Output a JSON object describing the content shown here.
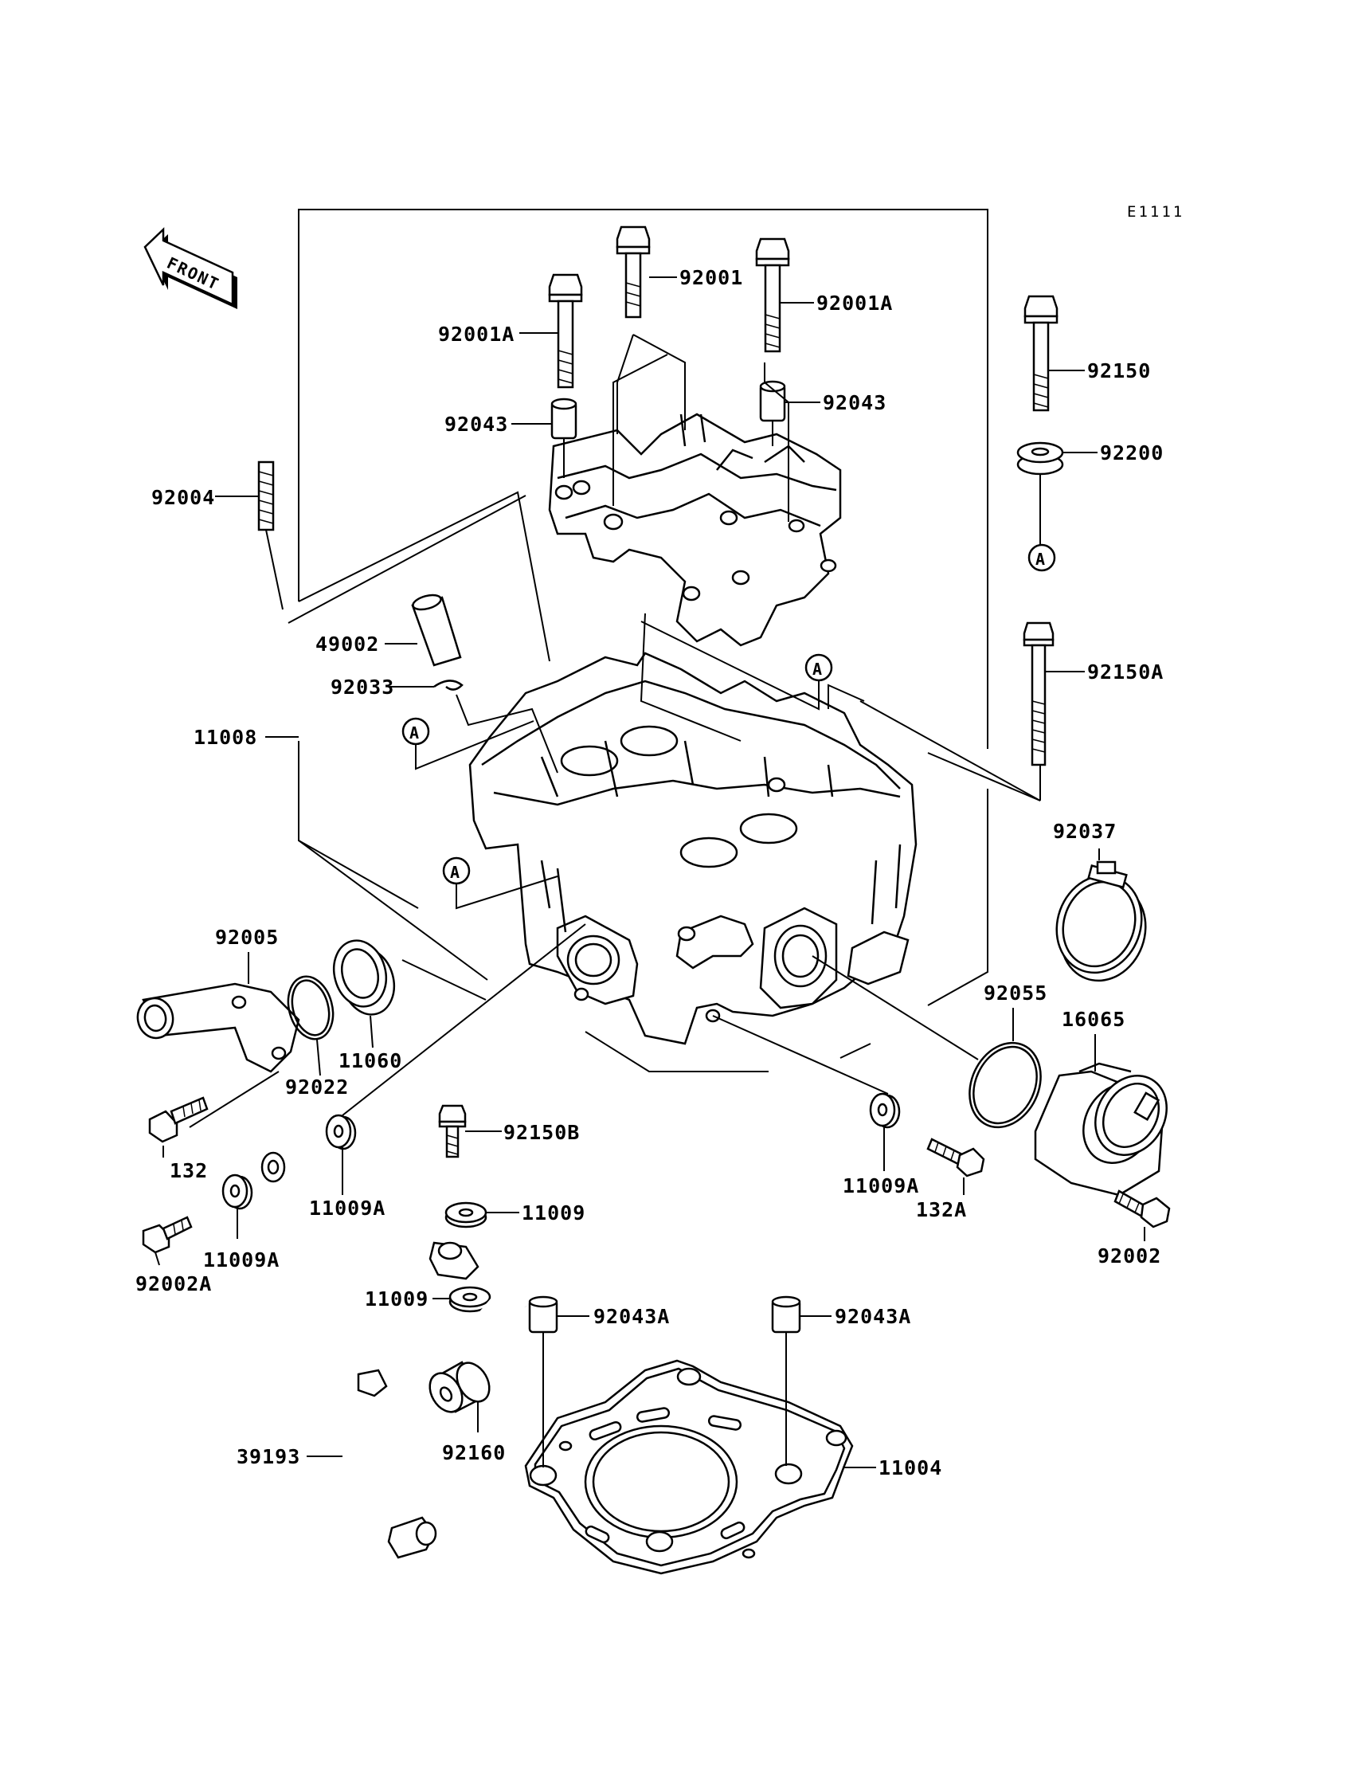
{
  "diagram": {
    "code": "E1111",
    "front_label": "FRONT",
    "marker": "A",
    "callouts": {
      "p92001": "92001",
      "p92001A_l": "92001A",
      "p92001A_r": "92001A",
      "p92043_l": "92043",
      "p92043_r": "92043",
      "p92004": "92004",
      "p92150": "92150",
      "p92200": "92200",
      "p49002": "49002",
      "p92033": "92033",
      "p11008": "11008",
      "p92150A": "92150A",
      "p92037": "92037",
      "p92005": "92005",
      "p11060": "11060",
      "p92022": "92022",
      "p92055": "92055",
      "p16065": "16065",
      "p132": "132",
      "p92150B": "92150B",
      "p11009A_l": "11009A",
      "p11009A_c": "11009A",
      "p11009A_r": "11009A",
      "p132A": "132A",
      "p11009_a": "11009",
      "p11009_b": "11009",
      "p92002": "92002",
      "p92002A": "92002A",
      "p92043A_l": "92043A",
      "p92043A_r": "92043A",
      "p39193": "39193",
      "p92160": "92160",
      "p11004": "11004"
    }
  }
}
